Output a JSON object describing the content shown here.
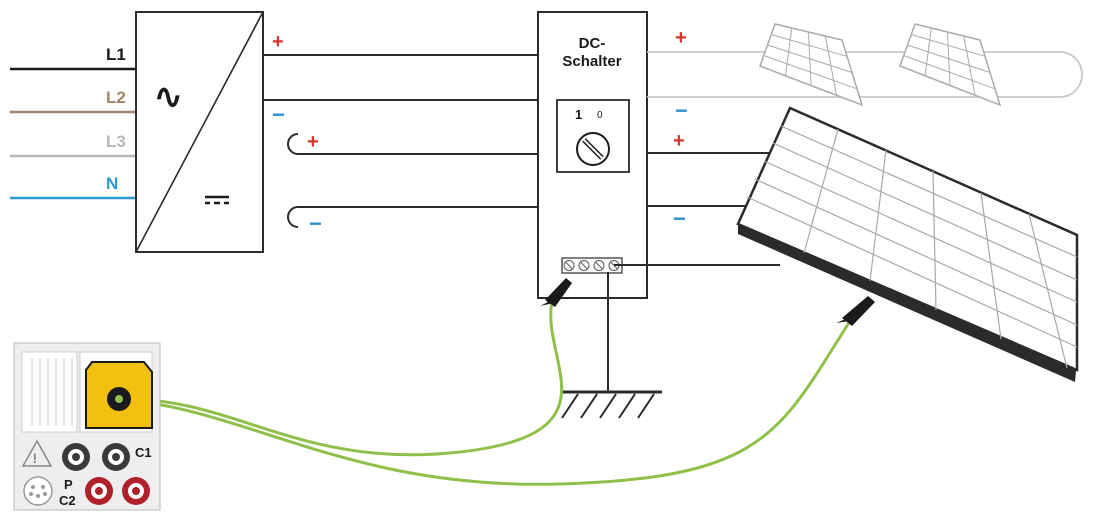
{
  "colors": {
    "line": "#2b2b2b",
    "plus": "#d8322a",
    "minus": "#2c8fc9",
    "L1": "#1a1a1a",
    "L2": "#a08466",
    "L3": "#b8b8b8",
    "N": "#2a9ad0",
    "test_lead": "#8fc04a",
    "connector": "#f2c10f",
    "terminal_red": "#b0202a",
    "panel_fill": "#ffffff",
    "ghost": "#c8c8c8"
  },
  "phases": {
    "l1": "L1",
    "l2": "L2",
    "l3": "L3",
    "n": "N"
  },
  "inverter": {
    "ac_symbol": "∿",
    "dc_symbol": "⎓"
  },
  "polarity": {
    "plus": "+",
    "minus": "−"
  },
  "dc_switch": {
    "title_line1": "DC-",
    "title_line2": "Schalter",
    "on_label": "1",
    "off_label": "0"
  },
  "instrument": {
    "c1_label": "C1",
    "p_label": "P",
    "c2_label": "C2",
    "warning_symbol": "⚠"
  }
}
